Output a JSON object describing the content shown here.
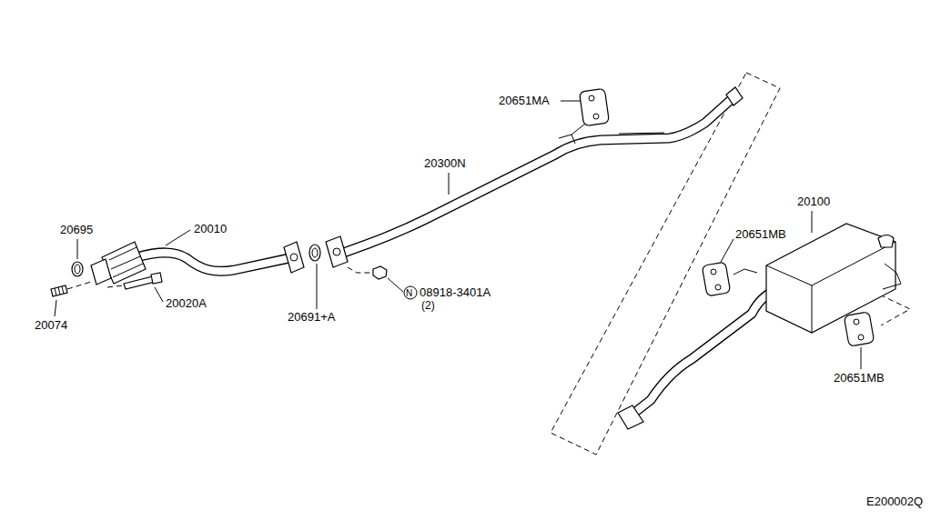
{
  "diagram": {
    "labels": [
      "20651MA",
      "20300N",
      "20100",
      "20695",
      "20010",
      "20651MB",
      "20074",
      "20020A",
      "20691+A",
      "N",
      "08918-3401A",
      "(2)",
      "20651MB",
      "E200002Q"
    ]
  }
}
